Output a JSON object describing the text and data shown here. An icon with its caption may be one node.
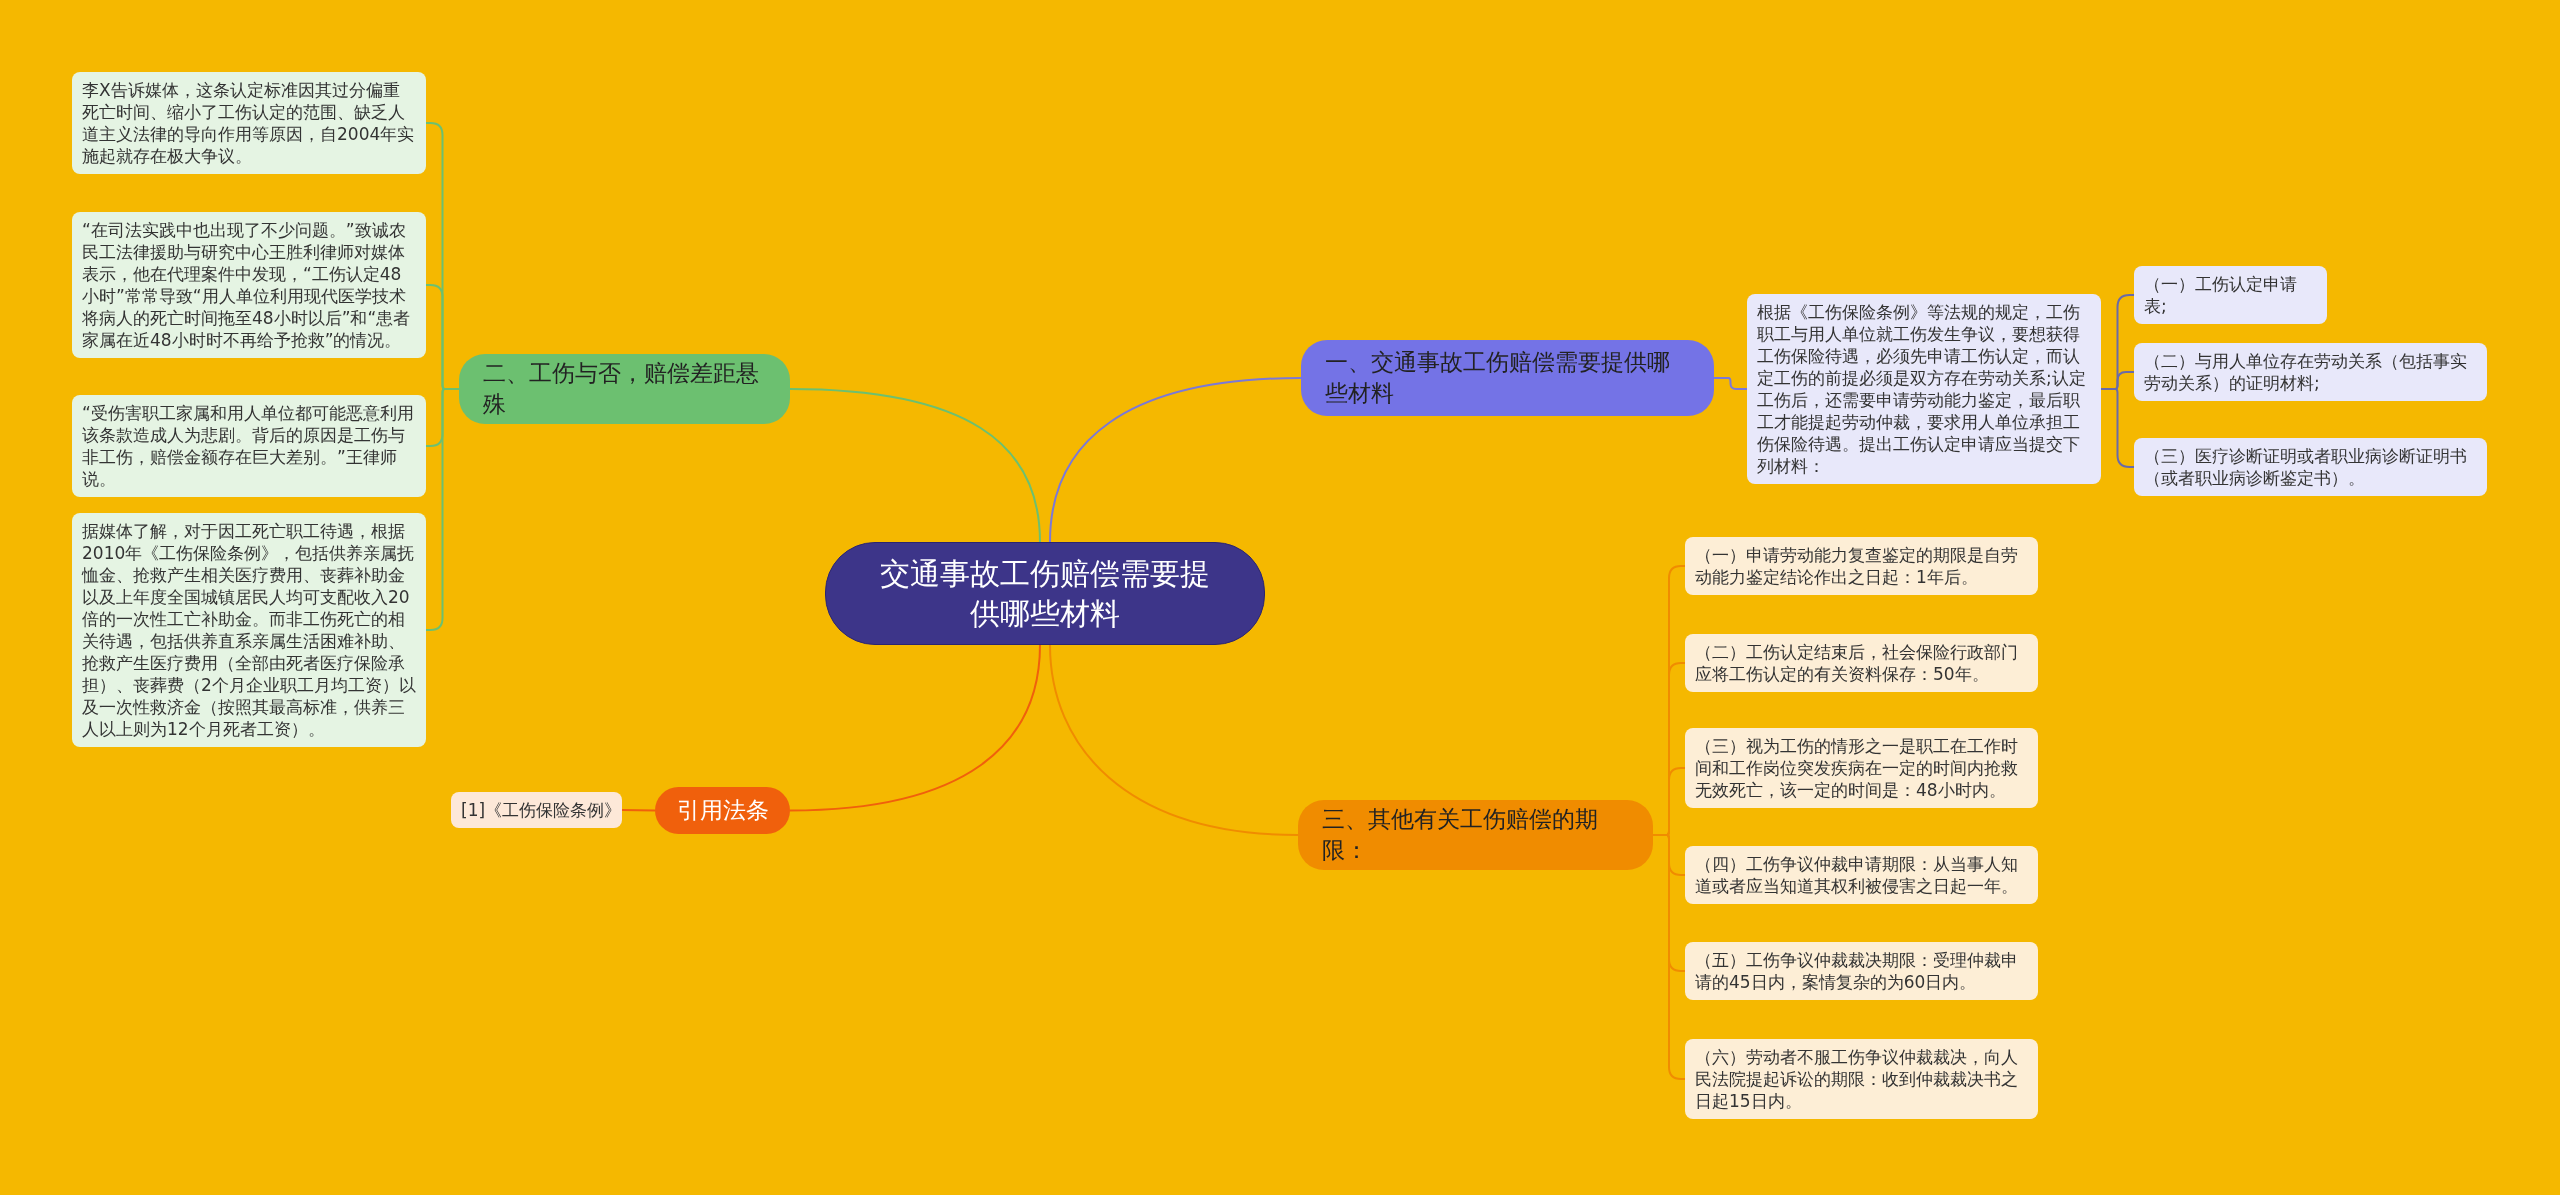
{
  "diagram": {
    "nodes": [
      {
        "text": [
          "交通事故工伤赔偿需要提供哪些材料"
        ]
      },
      {
        "text": [
          "一、交通事故工伤赔偿需要提供哪些材料"
        ]
      },
      {
        "text": [
          "根据《工伤保险条例》等法规的规定，工伤职工与用人单位就工伤发生争议，要想获得工伤保险待遇，必须先申请工伤认定，而认定工伤的前提必须是双方存在劳动关系;认定工伤后，还需要申请劳动能力鉴定，最后职工才能提起劳动仲裁，要求用人单位承担工伤保险待遇。提出工伤认定申请应当提交下列材料："
        ]
      },
      {
        "text": [
          "（一）工伤认定申请表;"
        ]
      },
      {
        "text": [
          "（二）与用人单位存在劳动关系（包括事实劳动关系）的证明材料;"
        ]
      },
      {
        "text": [
          "（三）医疗诊断证明或者职业病诊断证明书（或者职业病诊断鉴定书）。"
        ]
      },
      {
        "text": [
          "三、其他有关工伤赔偿的期限："
        ]
      },
      {
        "text": [
          "（一）申请劳动能力复查鉴定的期限是自劳动能力鉴定结论作出之日起：1年后。"
        ]
      },
      {
        "text": [
          "（二）工伤认定结束后，社会保险行政部门应将工伤认定的有关资料保存：50年。"
        ]
      },
      {
        "text": [
          "（三）视为工伤的情形之一是职工在工作时间和工作岗位突发疾病在一定的时间内抢救无效死亡，该一定的时间是：48小时内。"
        ]
      },
      {
        "text": [
          "（四）工伤争议仲裁申请期限：从当事人知道或者应当知道其权利被侵害之日起一年。"
        ]
      },
      {
        "text": [
          "（五）工伤争议仲裁裁决期限：受理仲裁申请的45日内，案情复杂的为60日内。"
        ]
      },
      {
        "text": [
          "（六）劳动者不服工伤争议仲裁裁决，向人民法院提起诉讼的期限：收到仲裁裁决书之日起15日内。"
        ]
      },
      {
        "text": [
          "二、工伤与否，赔偿差距悬殊"
        ]
      },
      {
        "text": [
          "李X告诉媒体，这条认定标准因其过分偏重死亡时间、缩小了工伤认定的范围、缺乏人道主义法律的导向作用等原因，自2004年实施起就存在极大争议。"
        ]
      },
      {
        "text": [
          "“在司法实践中也出现了不少问题。”致诚农民工法律援助与研究中心王胜利律师对媒体表示，他在代理案件中发现，“工伤认定48小时”常常导致“用人单位利用现代医学技术将病人的死亡时间拖至48小时以后”和“患者家属在近48小时时不再给予抢救”的情况。"
        ]
      },
      {
        "text": [
          "“受伤害职工家属和用人单位都可能恶意利用该条款造成人为悲剧。背后的原因是工伤与非工伤，赔偿金额存在巨大差别。”王律师说。"
        ]
      },
      {
        "text": [
          "据媒体了解，对于因工死亡职工待遇，根据2010年《工伤保险条例》，包括供养亲属抚恤金、抢救产生相关医疗费用、丧葬补助金以及上年度全国城镇居民人均可支配收入20倍的一次性工亡补助金。而非工伤死亡的相关待遇，包括供养直系亲属生活困难补助、抢救产生医疗费用（全部由死者医疗保险承担）、丧葬费（2个月企业职工月均工资）以及一次性救济金（按照其最高标准，供养三人以上则为12个月死者工资）。"
        ]
      },
      {
        "text": [
          "引用法条"
        ]
      },
      {
        "text": [
          "[1]《工伤保险条例》"
        ]
      }
    ],
    "edges": [
      {
        "from": 0,
        "to": 1,
        "arrow": "none",
        "color": "#7b78d8"
      },
      {
        "from": 1,
        "to": 2,
        "arrow": "none",
        "color": "#7b78d8"
      },
      {
        "from": 2,
        "to": 3,
        "arrow": "none",
        "color": "#6a6aa8"
      },
      {
        "from": 2,
        "to": 4,
        "arrow": "none",
        "color": "#6a6aa8"
      },
      {
        "from": 2,
        "to": 5,
        "arrow": "none",
        "color": "#6a6aa8"
      },
      {
        "from": 0,
        "to": 6,
        "arrow": "none",
        "color": "#f08c00"
      },
      {
        "from": 6,
        "to": 7,
        "arrow": "none",
        "color": "#f08c00"
      },
      {
        "from": 6,
        "to": 8,
        "arrow": "none",
        "color": "#f08c00"
      },
      {
        "from": 6,
        "to": 9,
        "arrow": "none",
        "color": "#f08c00"
      },
      {
        "from": 6,
        "to": 10,
        "arrow": "none",
        "color": "#f08c00"
      },
      {
        "from": 6,
        "to": 11,
        "arrow": "none",
        "color": "#f08c00"
      },
      {
        "from": 6,
        "to": 12,
        "arrow": "none",
        "color": "#f08c00"
      },
      {
        "from": 0,
        "to": 13,
        "arrow": "none",
        "color": "#6cc070"
      },
      {
        "from": 13,
        "to": 14,
        "arrow": "none",
        "color": "#6cc070"
      },
      {
        "from": 13,
        "to": 15,
        "arrow": "none",
        "color": "#6cc070"
      },
      {
        "from": 13,
        "to": 16,
        "arrow": "none",
        "color": "#6cc070"
      },
      {
        "from": 13,
        "to": 17,
        "arrow": "none",
        "color": "#6cc070"
      },
      {
        "from": 0,
        "to": 18,
        "arrow": "none",
        "color": "#f0600c"
      },
      {
        "from": 18,
        "to": 19,
        "arrow": "none",
        "color": "#f0600c"
      }
    ]
  }
}
